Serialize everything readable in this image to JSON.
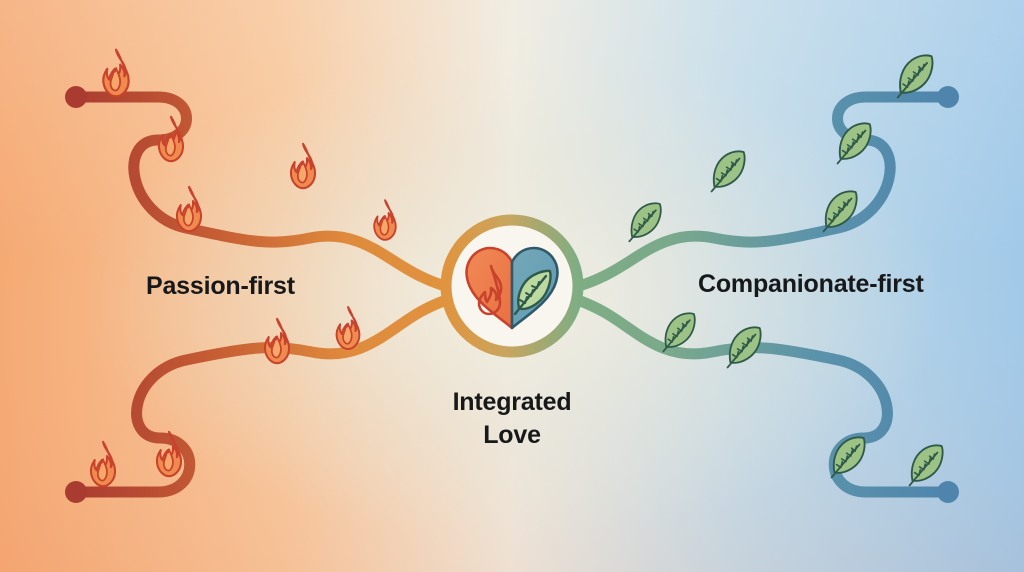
{
  "diagram": {
    "title_center_line1": "Integrated",
    "title_center_line2": "Love",
    "left_label": "Passion-first",
    "right_label": "Companionate-first",
    "center_icon_left": "flame-icon",
    "center_icon_right": "leaf-icon",
    "left_branch_icon": "flame-icon",
    "right_branch_icon": "leaf-icon",
    "left_endpoint_icon": "endpoint-dot",
    "right_endpoint_icon": "endpoint-dot"
  },
  "colors": {
    "background_top_left": "#f5ab73",
    "background_top_right": "#9fc8e8",
    "background_bottom_left": "#f4a183",
    "background_bottom_right": "#a6cbe6",
    "background_center": "#eeeade",
    "path_left_outer": "#b03f32",
    "path_left_inner": "#e08a3c",
    "path_right_outer": "#4f85ad",
    "path_right_inner": "#7ba882",
    "flame_fill": "#f08b4f",
    "flame_stroke": "#c8422c",
    "leaf_fill": "#9dc285",
    "leaf_stroke": "#2f5a4a",
    "endpoint_left": "#a93b31",
    "endpoint_right": "#4f85ad",
    "circle_fill": "#f8f6ee",
    "heart_left": "#ee7a4d",
    "heart_right": "#6aa2b4",
    "text": "#17181a"
  },
  "counts": {
    "flames": 9,
    "leaves": 9
  }
}
